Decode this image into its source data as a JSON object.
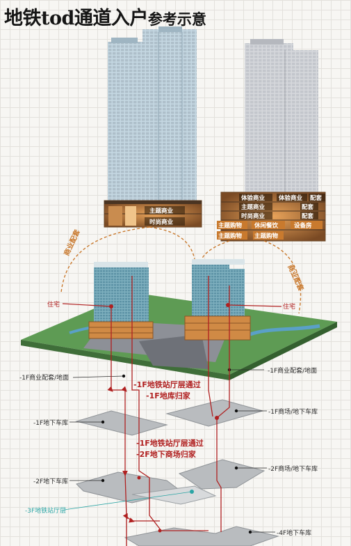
{
  "title": {
    "main": "地铁tod通道入户",
    "sub": "参考示意"
  },
  "podium_left": [
    "主题商业",
    "时尚商业"
  ],
  "podium_right": {
    "row1": [
      "体验商业",
      "体验商业",
      "配套"
    ],
    "row2": [
      "主题商业",
      "配套"
    ],
    "row3": [
      "时尚商业",
      "配套"
    ],
    "row4": [
      "主题购物",
      "休闲餐饮",
      "设备房"
    ],
    "row5": [
      "主题购物",
      "主题购物"
    ]
  },
  "arc_labels": {
    "left": "商业配套",
    "right": "商业配套"
  },
  "residence_labels": {
    "left": "住宅",
    "right": "住宅"
  },
  "level_labels": {
    "b1_commercial_left": "-1F商业配套/地面",
    "b1_commercial_right": "-1F商业配套/地面",
    "b1_garage_left": "-1F地下车库",
    "b1_mall_right": "-1F商场/地下车库",
    "b2_garage_left": "-2F地下车库",
    "b2_mall_right": "-2F商场/地下车库",
    "metro_hall": "-3F地铁站厅层",
    "b4_garage_right": "-4F地下车库"
  },
  "routes": {
    "route1": [
      "-1F地铁站厅层通过",
      "-1F地库归家"
    ],
    "route2": [
      "-1F地铁站厅层通过",
      "-2F地下商场归家"
    ]
  },
  "colors": {
    "route_red": "#b02020",
    "accent_orange": "#d08a45",
    "metro_cyan": "#2aa5a5",
    "tower_blue": "#bcd3de",
    "plate_gray": "#b9bcbf"
  }
}
